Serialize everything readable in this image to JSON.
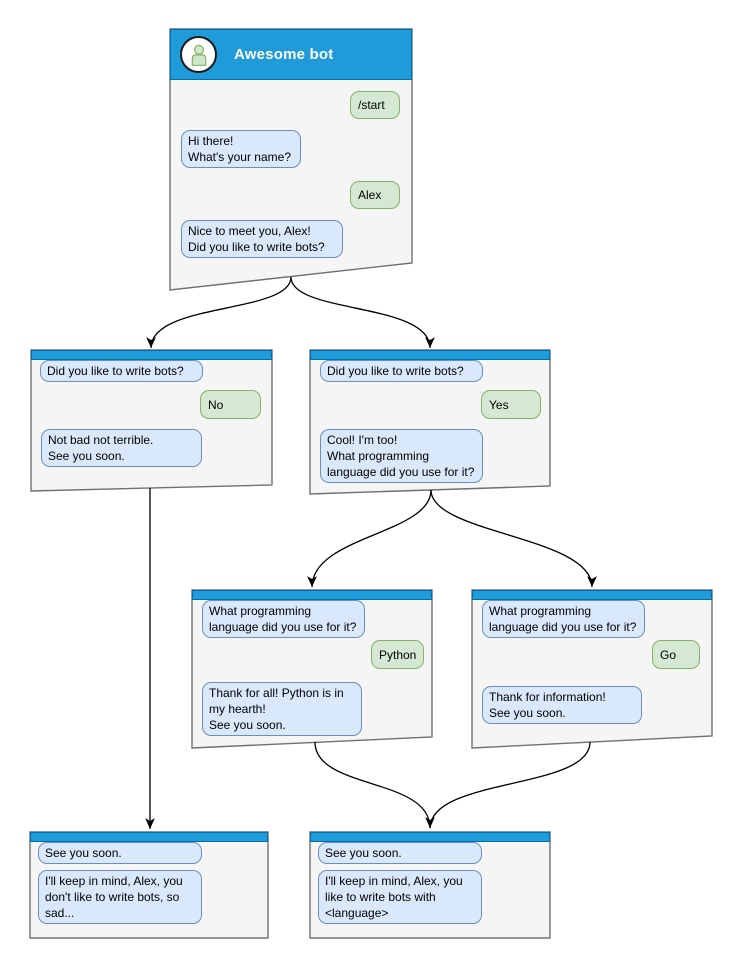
{
  "diagram": {
    "type": "chatbot-flowchart",
    "colors": {
      "header_fill": "#1e9bd8",
      "header_stroke": "#006eaf",
      "window_fill": "#f5f5f5",
      "window_stroke": "#707070",
      "bot_bubble_fill": "#dae8fc",
      "bot_bubble_stroke": "#6c8ebf",
      "user_bubble_fill": "#d5e8d4",
      "user_bubble_stroke": "#82b366",
      "arrow": "#000000"
    },
    "icons": {
      "avatar": "person-icon"
    },
    "windows": [
      {
        "id": "start",
        "title": "Awesome bot",
        "bubbles": [
          {
            "from": "user",
            "text": "/start"
          },
          {
            "from": "bot",
            "text": "Hi there!\nWhat's your name?"
          },
          {
            "from": "user",
            "text": "Alex"
          },
          {
            "from": "bot",
            "text": "Nice to meet you, Alex!\nDid you like to write bots?"
          }
        ]
      },
      {
        "id": "branch-no",
        "bubbles": [
          {
            "from": "bot",
            "text": "Did you like to write bots?"
          },
          {
            "from": "user",
            "text": "No"
          },
          {
            "from": "bot",
            "text": "Not bad not terrible.\nSee you soon."
          }
        ]
      },
      {
        "id": "branch-yes",
        "bubbles": [
          {
            "from": "bot",
            "text": "Did you like to write bots?"
          },
          {
            "from": "user",
            "text": "Yes"
          },
          {
            "from": "bot",
            "text": "Cool! I'm too!\nWhat programming\nlanguage did you use for it?"
          }
        ]
      },
      {
        "id": "lang-python",
        "bubbles": [
          {
            "from": "bot",
            "text": "What programming\nlanguage did you use for it?"
          },
          {
            "from": "user",
            "text": "Python"
          },
          {
            "from": "bot",
            "text": "Thank for all! Python is in\nmy hearth!\nSee you soon."
          }
        ]
      },
      {
        "id": "lang-go",
        "bubbles": [
          {
            "from": "bot",
            "text": "What programming\nlanguage did you use for it?"
          },
          {
            "from": "user",
            "text": "Go"
          },
          {
            "from": "bot",
            "text": "Thank for information!\nSee you soon."
          }
        ]
      },
      {
        "id": "end-no",
        "bubbles": [
          {
            "from": "bot",
            "text": "See you soon."
          },
          {
            "from": "bot",
            "text": "I'll keep in mind, Alex, you\ndon't like to write bots, so\nsad..."
          }
        ]
      },
      {
        "id": "end-yes",
        "bubbles": [
          {
            "from": "bot",
            "text": "See you soon."
          },
          {
            "from": "bot",
            "text": "I'll keep in mind, Alex, you\nlike to write bots with\n<language>"
          }
        ]
      }
    ],
    "edges": [
      {
        "from": "start",
        "to": "branch-no"
      },
      {
        "from": "start",
        "to": "branch-yes"
      },
      {
        "from": "branch-no",
        "to": "end-no"
      },
      {
        "from": "branch-yes",
        "to": "lang-python"
      },
      {
        "from": "branch-yes",
        "to": "lang-go"
      },
      {
        "from": "lang-python",
        "to": "end-yes"
      },
      {
        "from": "lang-go",
        "to": "end-yes"
      }
    ]
  }
}
